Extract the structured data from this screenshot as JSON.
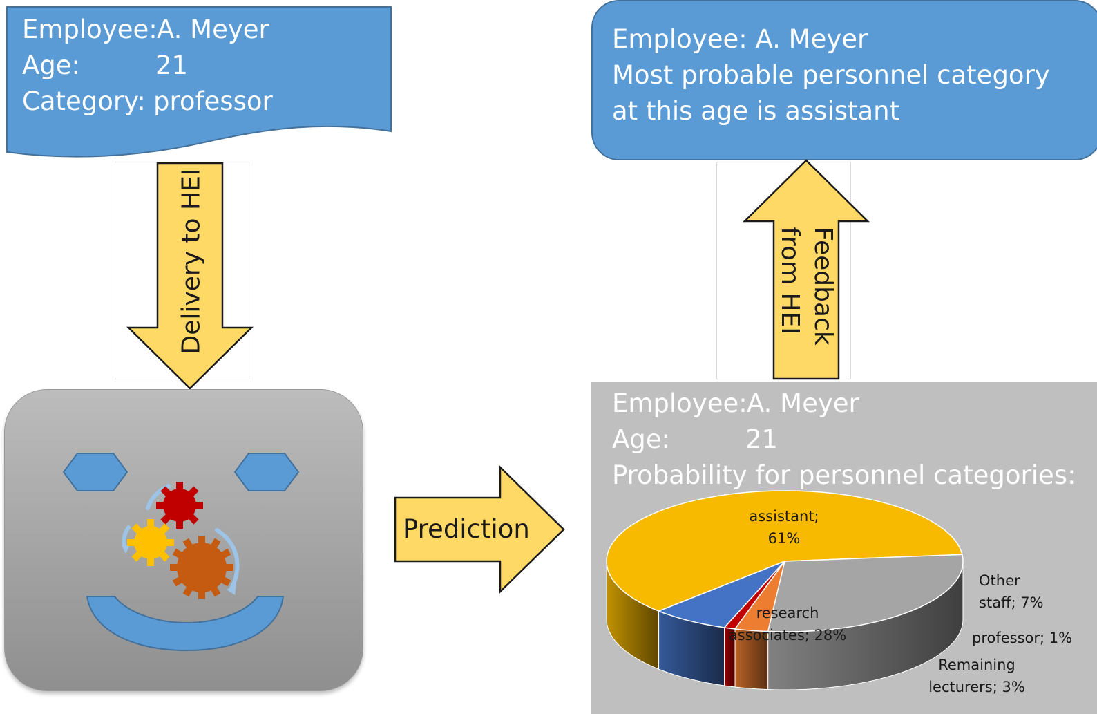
{
  "input_card": {
    "employee_label": "Employee:",
    "employee_value": "A. Meyer",
    "age_label": "Age:",
    "age_value": "21",
    "category_label": "Category:",
    "category_value": "professor"
  },
  "output_card": {
    "line1": "Employee: A. Meyer",
    "line2": "Most probable personnel category",
    "line3": "at this age is assistant"
  },
  "arrows": {
    "delivery": "Delivery to HEI",
    "feedback_line1": "Feedback",
    "feedback_line2": "from HEI",
    "prediction": "Prediction"
  },
  "result_panel": {
    "employee_label": "Employee:",
    "employee_value": "A. Meyer",
    "age_label": "Age:",
    "age_value": "21",
    "probability_heading": "Probability for personnel categories:"
  },
  "chart_data": {
    "type": "pie",
    "slices": [
      {
        "name": "assistant",
        "value": 61,
        "label_line1": "assistant;",
        "label_line2": "61%",
        "color": "#F8BA00"
      },
      {
        "name": "Other staff",
        "value": 7,
        "label_line1": "Other",
        "label_line2": "staff; 7%",
        "color": "#4472C4"
      },
      {
        "name": "professor",
        "value": 1,
        "label_line1": "professor; 1%",
        "label_line2": "",
        "color": "#C00000"
      },
      {
        "name": "Remaining lecturers",
        "value": 3,
        "label_line1": "Remaining",
        "label_line2": "lecturers; 3%",
        "color": "#ED7D31"
      },
      {
        "name": "research associates",
        "value": 28,
        "label_line1": "research",
        "label_line2": "associates; 28%",
        "color": "#A5A5A5"
      }
    ]
  },
  "colors": {
    "card_blue": "#5B9BD5",
    "arrow_yellow": "#FFD966",
    "panel_gray": "#BFBFBF",
    "gear_red": "#C00000",
    "gear_yellow": "#FFC000",
    "gear_orange": "#C55A11"
  }
}
